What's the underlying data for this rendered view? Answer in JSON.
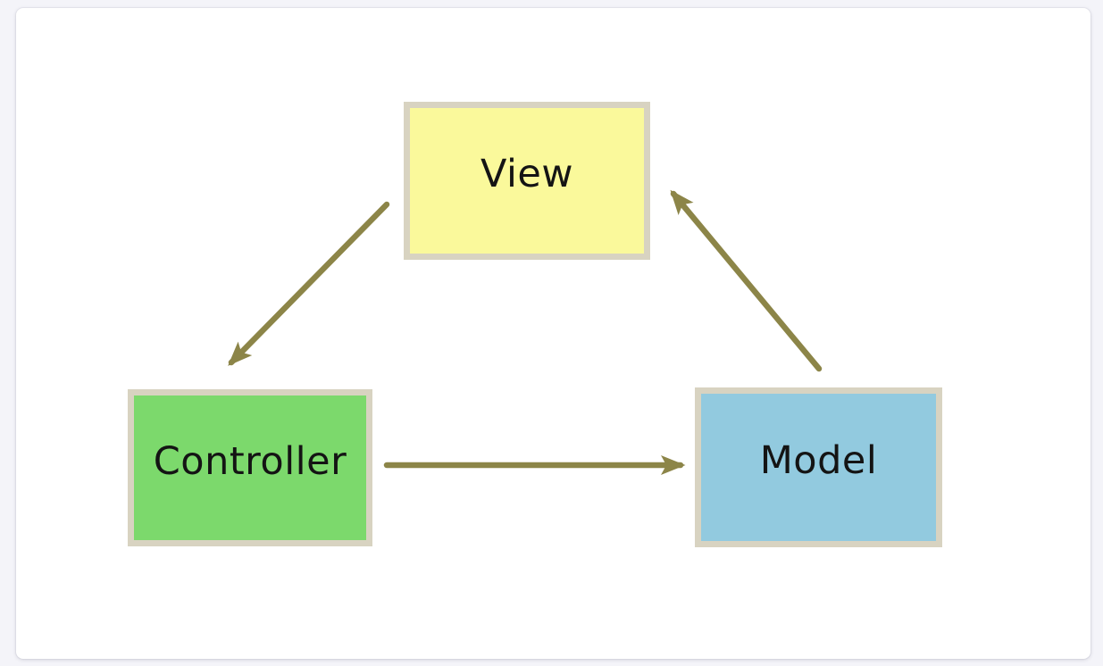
{
  "diagram": {
    "name": "mvc-diagram",
    "nodes": [
      {
        "id": "view",
        "label": "View",
        "fill": "#FAF99B"
      },
      {
        "id": "controller",
        "label": "Controller",
        "fill": "#7CD96C"
      },
      {
        "id": "model",
        "label": "Model",
        "fill": "#92CADF"
      }
    ],
    "edges": [
      {
        "from": "View",
        "to": "Controller"
      },
      {
        "from": "Controller",
        "to": "Model"
      },
      {
        "from": "Model",
        "to": "View"
      }
    ],
    "colors": {
      "arrow": "#8C8548",
      "node_border": "#D8D3C1",
      "text": "#141414",
      "canvas_background": "#FFFFFF",
      "page_background": "#F4F4F9"
    }
  }
}
